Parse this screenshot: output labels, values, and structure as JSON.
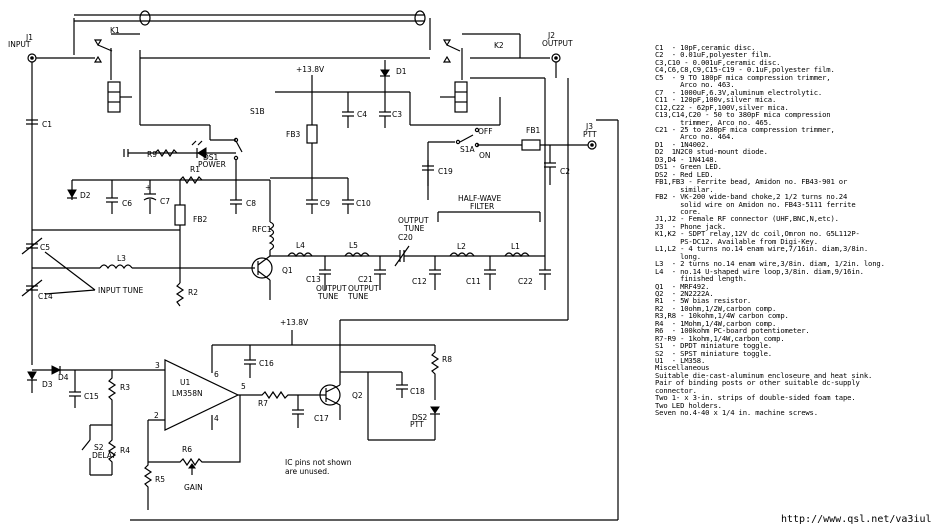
{
  "labels": {
    "j1": "J1",
    "j1_sub": "INPUT",
    "k1": "K1",
    "k2": "K2",
    "j2": "J2",
    "j2_sub": "OUTPUT",
    "j3": "J3",
    "j3_sub": "PTT",
    "v_top": "+13.8V",
    "v_mid": "+13.8V",
    "d1": "D1",
    "d2": "D2",
    "d3": "D3",
    "d4": "D4",
    "ds1": "DS1",
    "ds1_sub": "POWER",
    "ds2": "DS2",
    "ds2_sub": "PTT",
    "s1b": "S1B",
    "s1a": "S1A",
    "off": "OFF",
    "on": "ON",
    "s2": "S2",
    "s2_sub": "DELAY",
    "fb1": "FB1",
    "fb2": "FB2",
    "fb3": "FB3",
    "rfc1": "RFC1",
    "r1": "R1",
    "r2": "R2",
    "r3": "R3",
    "r4": "R4",
    "r5": "R5",
    "r6": "R6",
    "r7": "R7",
    "r8": "R8",
    "r9": "R9",
    "gain": "GAIN",
    "c1": "C1",
    "c2": "C2",
    "c3": "C3",
    "c4": "C4",
    "c5": "C5",
    "c6": "C6",
    "c7": "C7",
    "c8": "C8",
    "c9": "C9",
    "c10": "C10",
    "c11": "C11",
    "c12": "C12",
    "c13": "C13",
    "c14": "C14",
    "c15": "C15",
    "c16": "C16",
    "c17": "C17",
    "c18": "C18",
    "c19": "C19",
    "c20": "C20",
    "c21": "C21",
    "c22": "C22",
    "l1": "L1",
    "l2": "L2",
    "l3": "L3",
    "l4": "L4",
    "l5": "L5",
    "q1": "Q1",
    "q2": "Q2",
    "u1": "U1",
    "u1_part": "LM358N",
    "input_tune": "INPUT TUNE",
    "output": "OUTPUT",
    "tune": "TUNE",
    "half_wave": "HALF-WAVE",
    "filter": "FILTER",
    "pin2": "2",
    "pin3": "3",
    "pin4": "4",
    "pin5": "5",
    "pin6": "6",
    "ic_note_1": "IC pins not shown",
    "ic_note_2": "are unused."
  },
  "parts_list": [
    "C1  - 10pF,ceramic disc.",
    "C2  - 0.01uF,polyester film.",
    "C3,C10 - 0.001uF,ceramic disc.",
    "C4,C6,C8,C9,C15-C19 - 0.1uF,polyester film.",
    "C5  - 9 TO 180pF mica compression trimmer,",
    "      Arco no. 463.",
    "C7  - 1000uF,6.3V,aluminum electrolytic.",
    "C11 - 120pF,100v,silver mica.",
    "C12,C22 - 62pF,100V,silver mica.",
    "C13,C14,C20 - 50 to 380pF mica compression",
    "      trimmer, Arco no. 465.",
    "C21 - 25 to 280pF mica compression trimmer,",
    "      Arco no. 464.",
    "D1  - 1N4002.",
    "D2  1N2C0 stud-mount diode.",
    "D3,D4 - 1N4148.",
    "DS1 - Green LED.",
    "DS2 - Red LED.",
    "FB1,FB3 - Ferrite bead, Amidon no. FB43-901 or",
    "      similar.",
    "FB2 - VK-200 wide-band choke,2 1/2 turns no.24",
    "      solid wire on Amidon no. FB43-5111 ferrite",
    "      core.",
    "J1,J2 - Female RF connector (UHF,BNC,N,etc).",
    "J3  - Phone jack.",
    "K1,K2 - SDPT relay,12V dc coil,Omron no. G5L112P-",
    "      PS-DC12. Available from Digi-Key.",
    "L1,L2 - 4 turns no.14 enam wire,7/16in. diam,3/8in.",
    "      long.",
    "L3  - 2 turns no.14 enam wire,3/8in. diam, 1/2in. long.",
    "L4  - no.14 U-shaped wire loop,3/8in. diam,9/16in.",
    "      finished length.",
    "Q1  - MRF492.",
    "Q2  - 2N2222A.",
    "R1  - 5W bias resistor.",
    "R2  - 10ohm,1/2W,carbon comp.",
    "R3,R8 - 10kohm,1/4W carbon comp.",
    "R4  - 1Mohm,1/4W,carbon comp.",
    "R6  - 100kohm PC-board potentiometer.",
    "R7-R9 - 1kohm,1/4W,carbon comp.",
    "S1  - DPDT miniature toggle.",
    "S2  - SPST miniature toggle.",
    "U1  - LM358.",
    "Miscellaneous",
    "Suitable die-cast-aluminum encloseure and heat sink.",
    "Pair of binding posts or other suitable dc-supply",
    "connector.",
    "Two 1- x 3-in. strips of double-sided foam tape.",
    "Two LED holders.",
    "Seven no.4-40 x 1/4 in. machine screws."
  ],
  "footer_url": "http://www.qsl.net/va3iul"
}
